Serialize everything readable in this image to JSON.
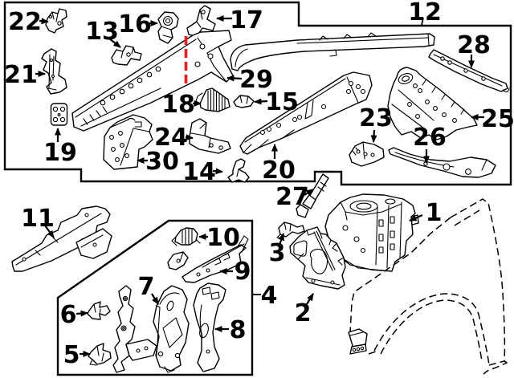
{
  "figure": {
    "kind": "auto-body-parts-exploded-diagram",
    "background": "#ffffff",
    "line_color": "#000000",
    "highlight_color": "#ee1c1c",
    "callouts": {
      "1": "1",
      "2": "2",
      "3": "3",
      "4": "4",
      "5": "5",
      "6": "6",
      "7": "7",
      "8": "8",
      "9": "9",
      "10": "10",
      "11": "11",
      "12": "12",
      "13": "13",
      "14": "14",
      "15": "15",
      "16": "16",
      "17": "17",
      "18": "18",
      "19": "19",
      "20": "20",
      "21": "21",
      "22": "22",
      "23": "23",
      "24": "24",
      "25": "25",
      "26": "26",
      "27": "27",
      "28": "28",
      "29": "29",
      "30": "30"
    }
  }
}
